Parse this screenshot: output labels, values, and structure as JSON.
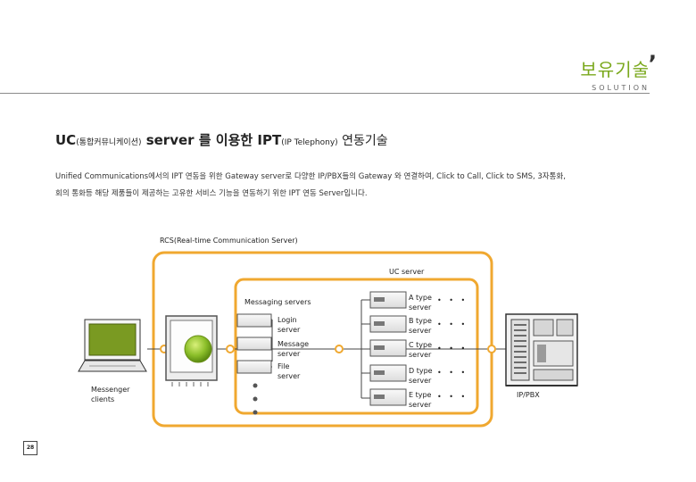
{
  "header": {
    "title": "보유기술",
    "subtitle": "SOLUTION"
  },
  "heading": {
    "part1": "UC",
    "part2": "(통합커뮤니케이션)",
    "part3": " server 를 이용한 IPT",
    "part4": "(IP Telephony)",
    "part5": " 연동기술"
  },
  "description": {
    "line1": "Unified Communications에서의 IPT 연동을 위한 Gateway server로 다양한 IP/PBX들의 Gateway 와 연결하여, Click to Call, Click to SMS, 3자통화,",
    "line2": "회의 통화등 해당 제품들이 제공하는 고유한 서비스 기능을 연동하기 위한 IPT 연동 Server입니다."
  },
  "diagram": {
    "rcs_label": "RCS(Real-time Communication Server)",
    "uc_server_label": "UC server",
    "messaging_servers_label": "Messaging servers",
    "messenger_clients_label": "Messenger clients",
    "ip_pbx_label": "IP/PBX",
    "messaging_servers": [
      {
        "line1": "Login",
        "line2": "server"
      },
      {
        "line1": "Message",
        "line2": "server"
      },
      {
        "line1": "File",
        "line2": "server"
      }
    ],
    "type_servers": [
      {
        "line1": "A type",
        "line2": "server"
      },
      {
        "line1": "B type",
        "line2": "server"
      },
      {
        "line1": "C type",
        "line2": "server"
      },
      {
        "line1": "D type",
        "line2": "server"
      },
      {
        "line1": "E type",
        "line2": "server"
      }
    ],
    "ellipsis": "• • •"
  },
  "page_number": "28",
  "colors": {
    "accent_green": "#7aa81c",
    "orange": "#f0a830",
    "laptop_green": "#6b8f1a"
  }
}
